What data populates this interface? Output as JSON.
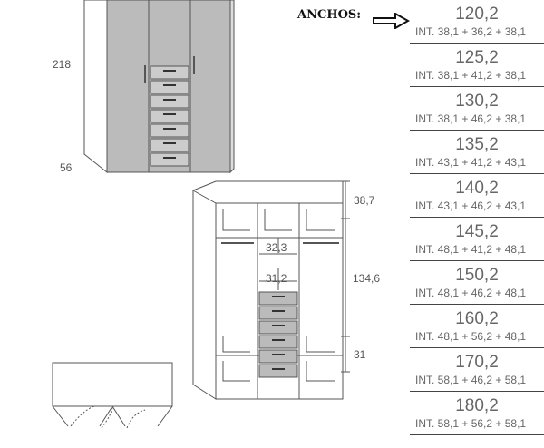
{
  "labels": {
    "anchos": "ANCHOS:",
    "height_total": "218",
    "depth": "56",
    "top_section": "38,7",
    "middle_section": "134,6",
    "bottom_section": "31",
    "gap_upper": "32,3",
    "gap_lower": "31,2"
  },
  "widths": [
    {
      "total": "120,2",
      "interior": "INT. 38,1 + 36,2 + 38,1"
    },
    {
      "total": "125,2",
      "interior": "INT. 38,1 + 41,2 + 38,1"
    },
    {
      "total": "130,2",
      "interior": "INT. 38,1 + 46,2 + 38,1"
    },
    {
      "total": "135,2",
      "interior": "INT. 43,1 + 41,2 + 43,1"
    },
    {
      "total": "140,2",
      "interior": "INT. 43,1 + 46,2 + 43,1"
    },
    {
      "total": "145,2",
      "interior": "INT. 48,1 + 41,2 + 48,1"
    },
    {
      "total": "150,2",
      "interior": "INT. 48,1 + 46,2 + 48,1"
    },
    {
      "total": "160,2",
      "interior": "INT. 48,1 + 56,2 + 48,1"
    },
    {
      "total": "170,2",
      "interior": "INT. 58,1 + 46,2 + 58,1"
    },
    {
      "total": "180,2",
      "interior": "INT. 58,1 + 56,2 + 58,1"
    }
  ],
  "colors": {
    "door_grey": "#bbbbbb",
    "line": "#555555"
  }
}
